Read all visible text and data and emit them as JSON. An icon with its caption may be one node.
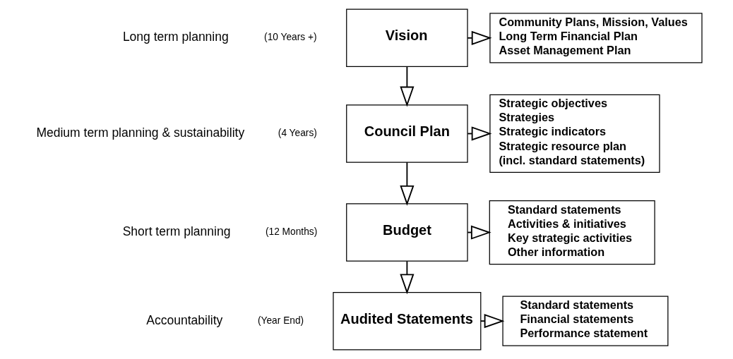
{
  "diagram": {
    "nodes": [
      {
        "text": [
          "Vision"
        ]
      },
      {
        "text": [
          "Council Plan"
        ]
      },
      {
        "text": [
          "Budget"
        ]
      },
      {
        "text": [
          "Audited Statements"
        ]
      },
      {
        "text": [
          "Community Plans, Mission, Values",
          "Long Term Financial Plan",
          "Asset Management Plan"
        ]
      },
      {
        "text": [
          "Strategic objectives",
          "Strategies",
          "Strategic indicators",
          "Strategic resource plan",
          "(incl. standard statements)"
        ]
      },
      {
        "text": [
          "Standard statements",
          "Activities & initiatives",
          "Key strategic activities",
          "Other information"
        ]
      },
      {
        "text": [
          "Standard statements",
          "Financial statements",
          "Performance statement"
        ]
      }
    ],
    "edges": [
      {
        "from": 0,
        "to": 4,
        "arrow": "to"
      },
      {
        "from": 0,
        "to": 1,
        "arrow": "to"
      },
      {
        "from": 1,
        "to": 5,
        "arrow": "to"
      },
      {
        "from": 1,
        "to": 2,
        "arrow": "to"
      },
      {
        "from": 2,
        "to": 6,
        "arrow": "to"
      },
      {
        "from": 2,
        "to": 3,
        "arrow": "to"
      },
      {
        "from": 3,
        "to": 7,
        "arrow": "to"
      }
    ],
    "labels": [
      "Long term planning",
      "(10 Years +)",
      "Medium term planning & sustainability",
      "(4 Years)",
      "Short term planning",
      "(12 Months)",
      "Accountability",
      "(Year End)"
    ]
  }
}
